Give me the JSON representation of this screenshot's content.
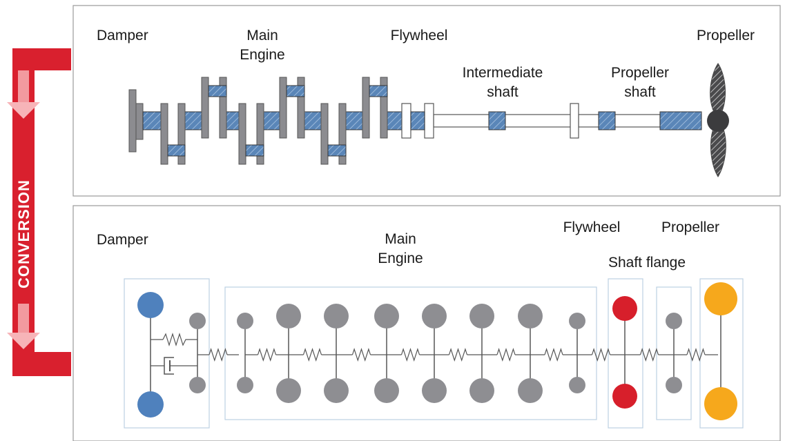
{
  "side_banner": {
    "label": "CONVERSION",
    "color": "#d9202e"
  },
  "top_panel": {
    "labels": {
      "damper": "Damper",
      "main_engine_1": "Main",
      "main_engine_2": "Engine",
      "flywheel": "Flywheel",
      "propeller": "Propeller",
      "intermediate_shaft_1": "Intermediate",
      "intermediate_shaft_2": "shaft",
      "propeller_shaft_1": "Propeller",
      "propeller_shaft_2": "shaft"
    },
    "colors": {
      "shaft_hatch": "#5a86b8",
      "crank_web": "#8c8c90",
      "hub": "#3c3c3e"
    }
  },
  "bottom_panel": {
    "labels": {
      "damper": "Damper",
      "main_engine_1": "Main",
      "main_engine_2": "Engine",
      "flywheel": "Flywheel",
      "propeller": "Propeller",
      "shaft_flange": "Shaft flange"
    },
    "colors": {
      "damper_mass": "#4f81bd",
      "engine_mass": "#8e8e92",
      "flywheel_mass": "#d71f2b",
      "propeller_mass": "#f6a81c",
      "group_box": "#bcd0e2"
    }
  }
}
